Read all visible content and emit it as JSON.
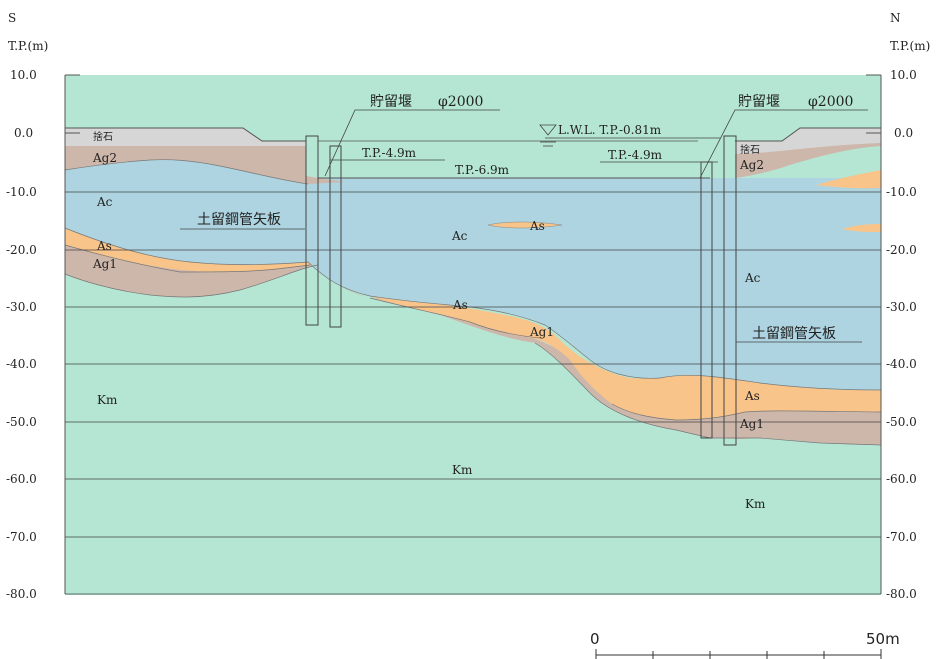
{
  "colors": {
    "Km": "#b5e6d4",
    "Ac": "#add4e0",
    "As": "#f9c48a",
    "Ag": "#cdb7ab",
    "fill": "#d6d6d6",
    "line": "#555555",
    "grid": "#444444"
  },
  "header": {
    "left_dir": "S",
    "right_dir": "N",
    "left_unit": "T.P.(m)",
    "right_unit": "T.P.(m)"
  },
  "axis": {
    "ticks": [
      "10.0",
      "0.0",
      "-10.0",
      "-20.0",
      "-30.0",
      "-40.0",
      "-50.0",
      "-60.0",
      "-70.0",
      "-80.0"
    ],
    "ylim": [
      -80,
      10
    ]
  },
  "layers": {
    "fill_left": "捨石",
    "fill_right": "捨石",
    "ag2_left": "Ag2",
    "ag2_right": "Ag2",
    "ac_left": "Ac",
    "ac_center": "Ac",
    "ac_right": "Ac",
    "as_lens": "As",
    "as_left": "As",
    "as_center": "As",
    "as_right": "As",
    "ag1_left": "Ag1",
    "ag1_center": "Ag1",
    "ag1_right": "Ag1",
    "km_left": "Km",
    "km_center": "Km",
    "km_right": "Km"
  },
  "annotations": {
    "weir_left": "貯留堰",
    "weir_left_dia": "φ2000",
    "weir_right": "貯留堰",
    "weir_right_dia": "φ2000",
    "sheet_pile_left": "土留鋼管矢板",
    "sheet_pile_right": "土留鋼管矢板",
    "tp_left": "T.P.-4.9m",
    "tp_right": "T.P.-4.9m",
    "tp_center": "T.P.-6.9m",
    "lwl": "L.W.L. T.P.-0.81m"
  },
  "scale": {
    "start": "0",
    "end": "50m",
    "segments": 5
  }
}
